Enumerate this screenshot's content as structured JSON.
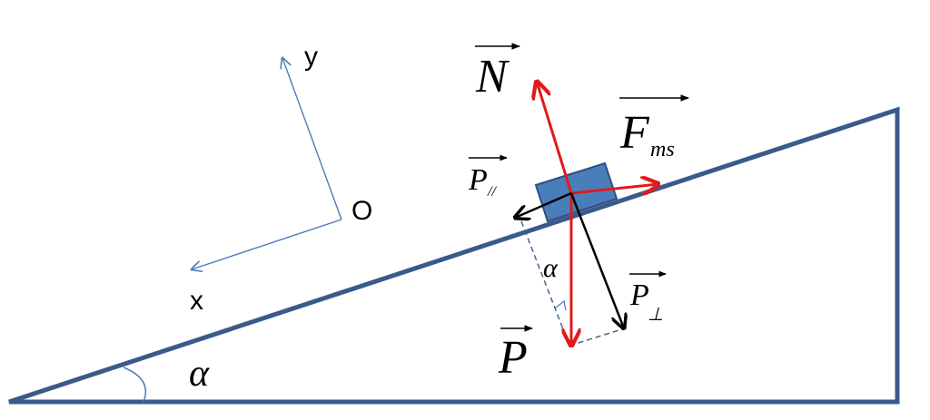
{
  "axes": {
    "x_label": "x",
    "y_label": "y",
    "origin_label": "O"
  },
  "forces": {
    "normal": {
      "letter": "N"
    },
    "friction": {
      "letter": "F",
      "subscript": "ms"
    },
    "weight": {
      "letter": "P"
    },
    "parallel": {
      "letter": "P",
      "subscript": "//"
    },
    "perpendicular": {
      "letter": "P",
      "subscript": "⊥"
    }
  },
  "angles": {
    "incline_angle": "α",
    "force_angle": "α"
  },
  "colors": {
    "incline": "#3A5A8C",
    "block_fill": "#4A7EBB",
    "block_stroke": "#2F4F7F",
    "axis": "#4A7EBB",
    "force_red": "#E11A1A",
    "force_black": "#000000",
    "dashed": "#3A5A8C"
  }
}
